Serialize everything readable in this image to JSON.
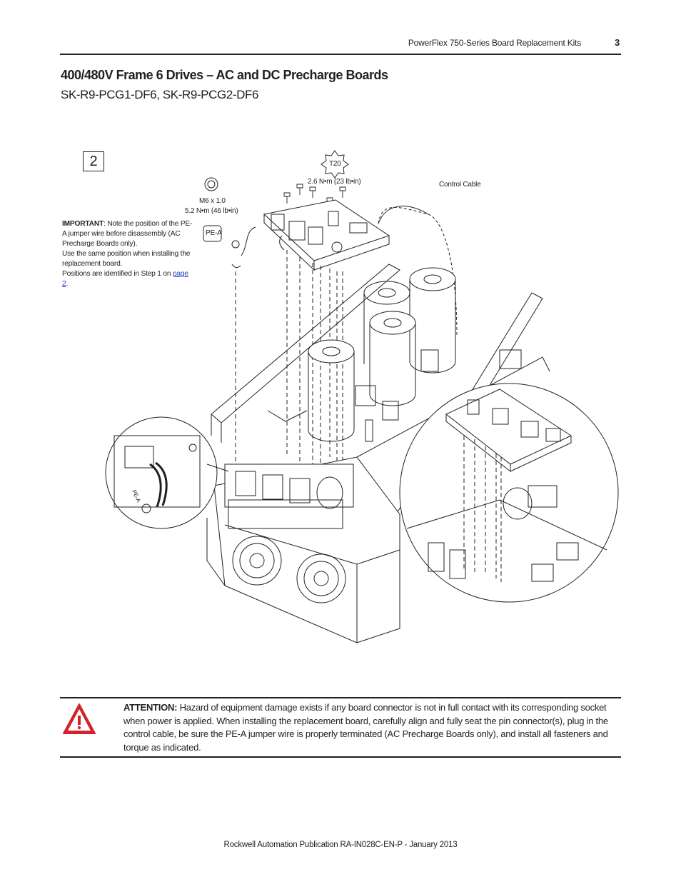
{
  "header": {
    "running_title": "PowerFlex 750-Series Board Replacement Kits",
    "page_number": "3"
  },
  "section": {
    "title": "400/480V Frame 6 Drives – AC and DC Precharge Boards",
    "subtitle": "SK-R9-PCG1-DF6, SK-R9-PCG2-DF6"
  },
  "step": {
    "number": "2"
  },
  "note": {
    "label": "IMPORTANT",
    "text": ": Note the position of the PE-A jumper wire before disassembly (AC Precharge Boards only).",
    "text2": "Use the same position when installing the replacement board.",
    "text3": "Positions are identified in Step 1 on ",
    "link": "page 2",
    "end": "."
  },
  "callouts": {
    "driver": "T20",
    "torque_screws": "2.6 N•m (23 lb•in)",
    "nut_size": "M6 x 1.0",
    "torque_nut": "5.2 N•m (46 lb•in)",
    "pe_a_tag": "PE-A",
    "control_cable": "Control Cable",
    "pe_a_detail": "PE-A"
  },
  "attention": {
    "label": "ATTENTION:",
    "text": " Hazard of equipment damage exists if any board connector is not in full contact with its corresponding socket when power is applied. When installing the replacement board, carefully align and fully seat the pin connector(s), plug in the control cable, be sure the PE-A jumper wire is properly terminated (AC Precharge Boards only), and install all fasteners and torque as indicated.",
    "icon": "warning-triangle-icon",
    "icon_color": "#d2232a"
  },
  "footer": {
    "publication": "Rockwell Automation Publication RA-IN028C-EN-P - January 2013"
  }
}
